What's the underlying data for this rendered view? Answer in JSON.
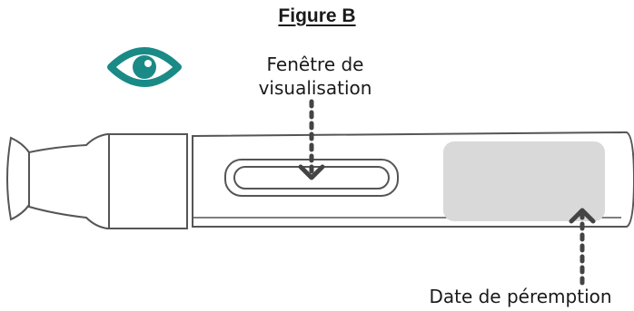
{
  "figure": {
    "title": "Figure B",
    "window_label_line1": "Fenêtre de",
    "window_label_line2": "visualisation",
    "expiry_label": "Date de péremption"
  },
  "colors": {
    "eye_icon": "#1a8a86",
    "outline": "#555555",
    "expiry_patch": "#d9d9d9",
    "arrow": "#444444"
  },
  "icons": [
    "eye-icon",
    "arrow-down-icon",
    "arrow-up-icon"
  ]
}
